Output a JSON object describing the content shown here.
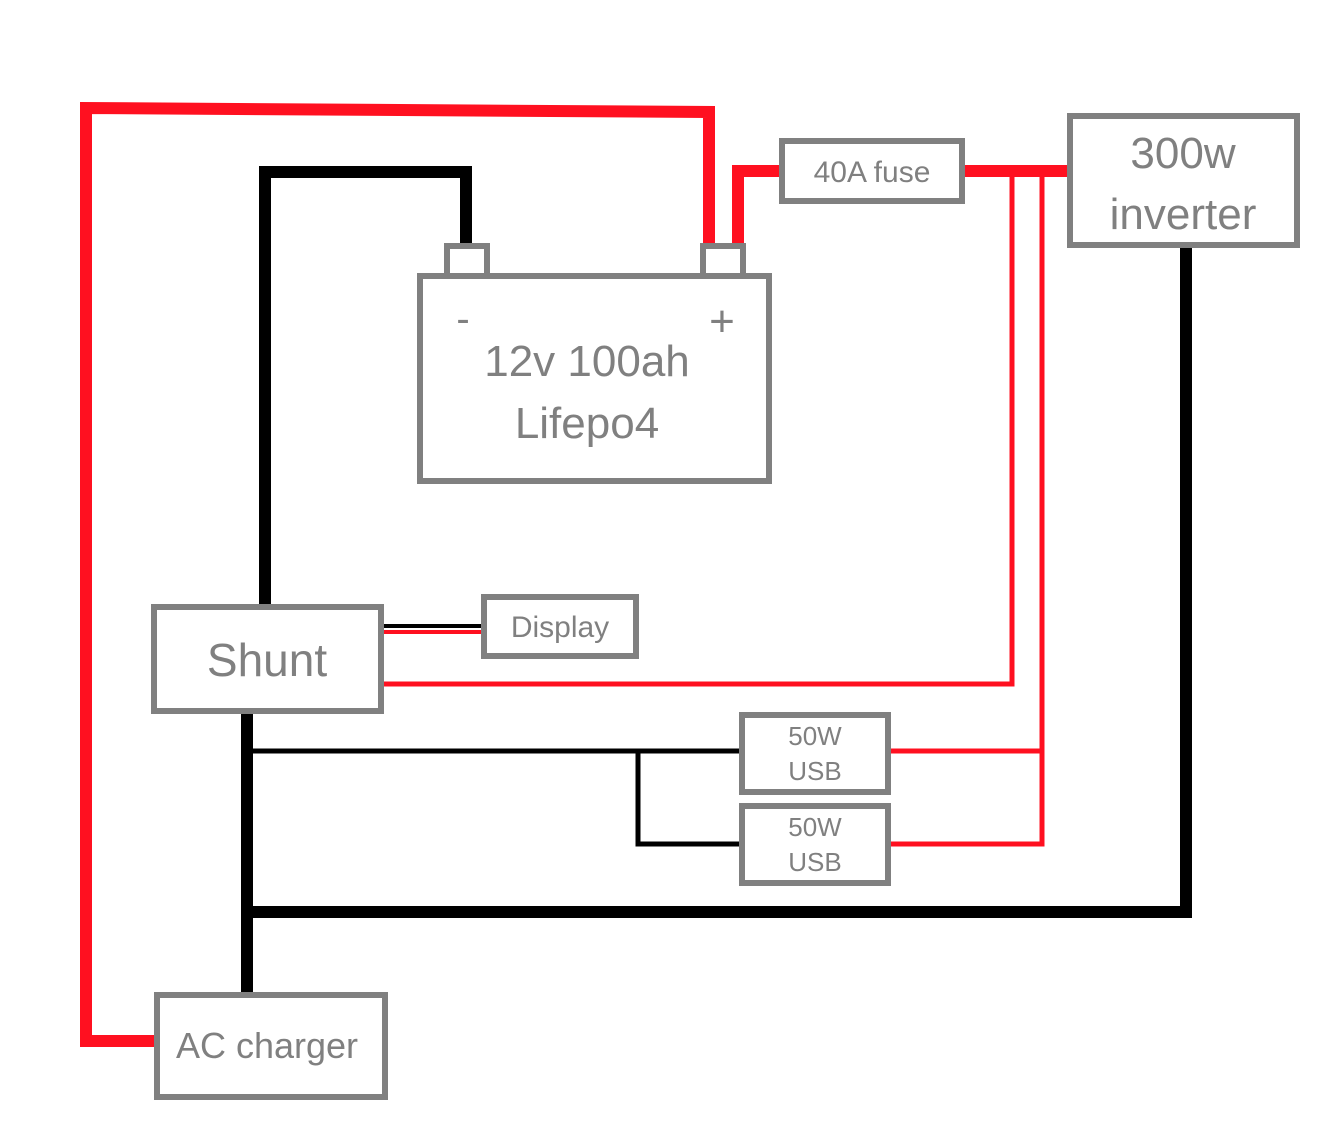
{
  "colors": {
    "positive_wire": "#ff1020",
    "negative_wire": "#000000",
    "component_outline": "#808080",
    "label_text": "#808080"
  },
  "battery": {
    "negative_symbol": "-",
    "positive_symbol": "+",
    "label_line1": "12v 100ah",
    "label_line2": "Lifepo4"
  },
  "fuse": {
    "label": "40A fuse"
  },
  "inverter": {
    "label_line1": "300w",
    "label_line2": "inverter"
  },
  "shunt": {
    "label": "Shunt"
  },
  "display": {
    "label": "Display"
  },
  "usb_1": {
    "label_line1": "50W",
    "label_line2": "USB"
  },
  "usb_2": {
    "label_line1": "50W",
    "label_line2": "USB"
  },
  "ac_charger": {
    "label": "AC charger"
  }
}
